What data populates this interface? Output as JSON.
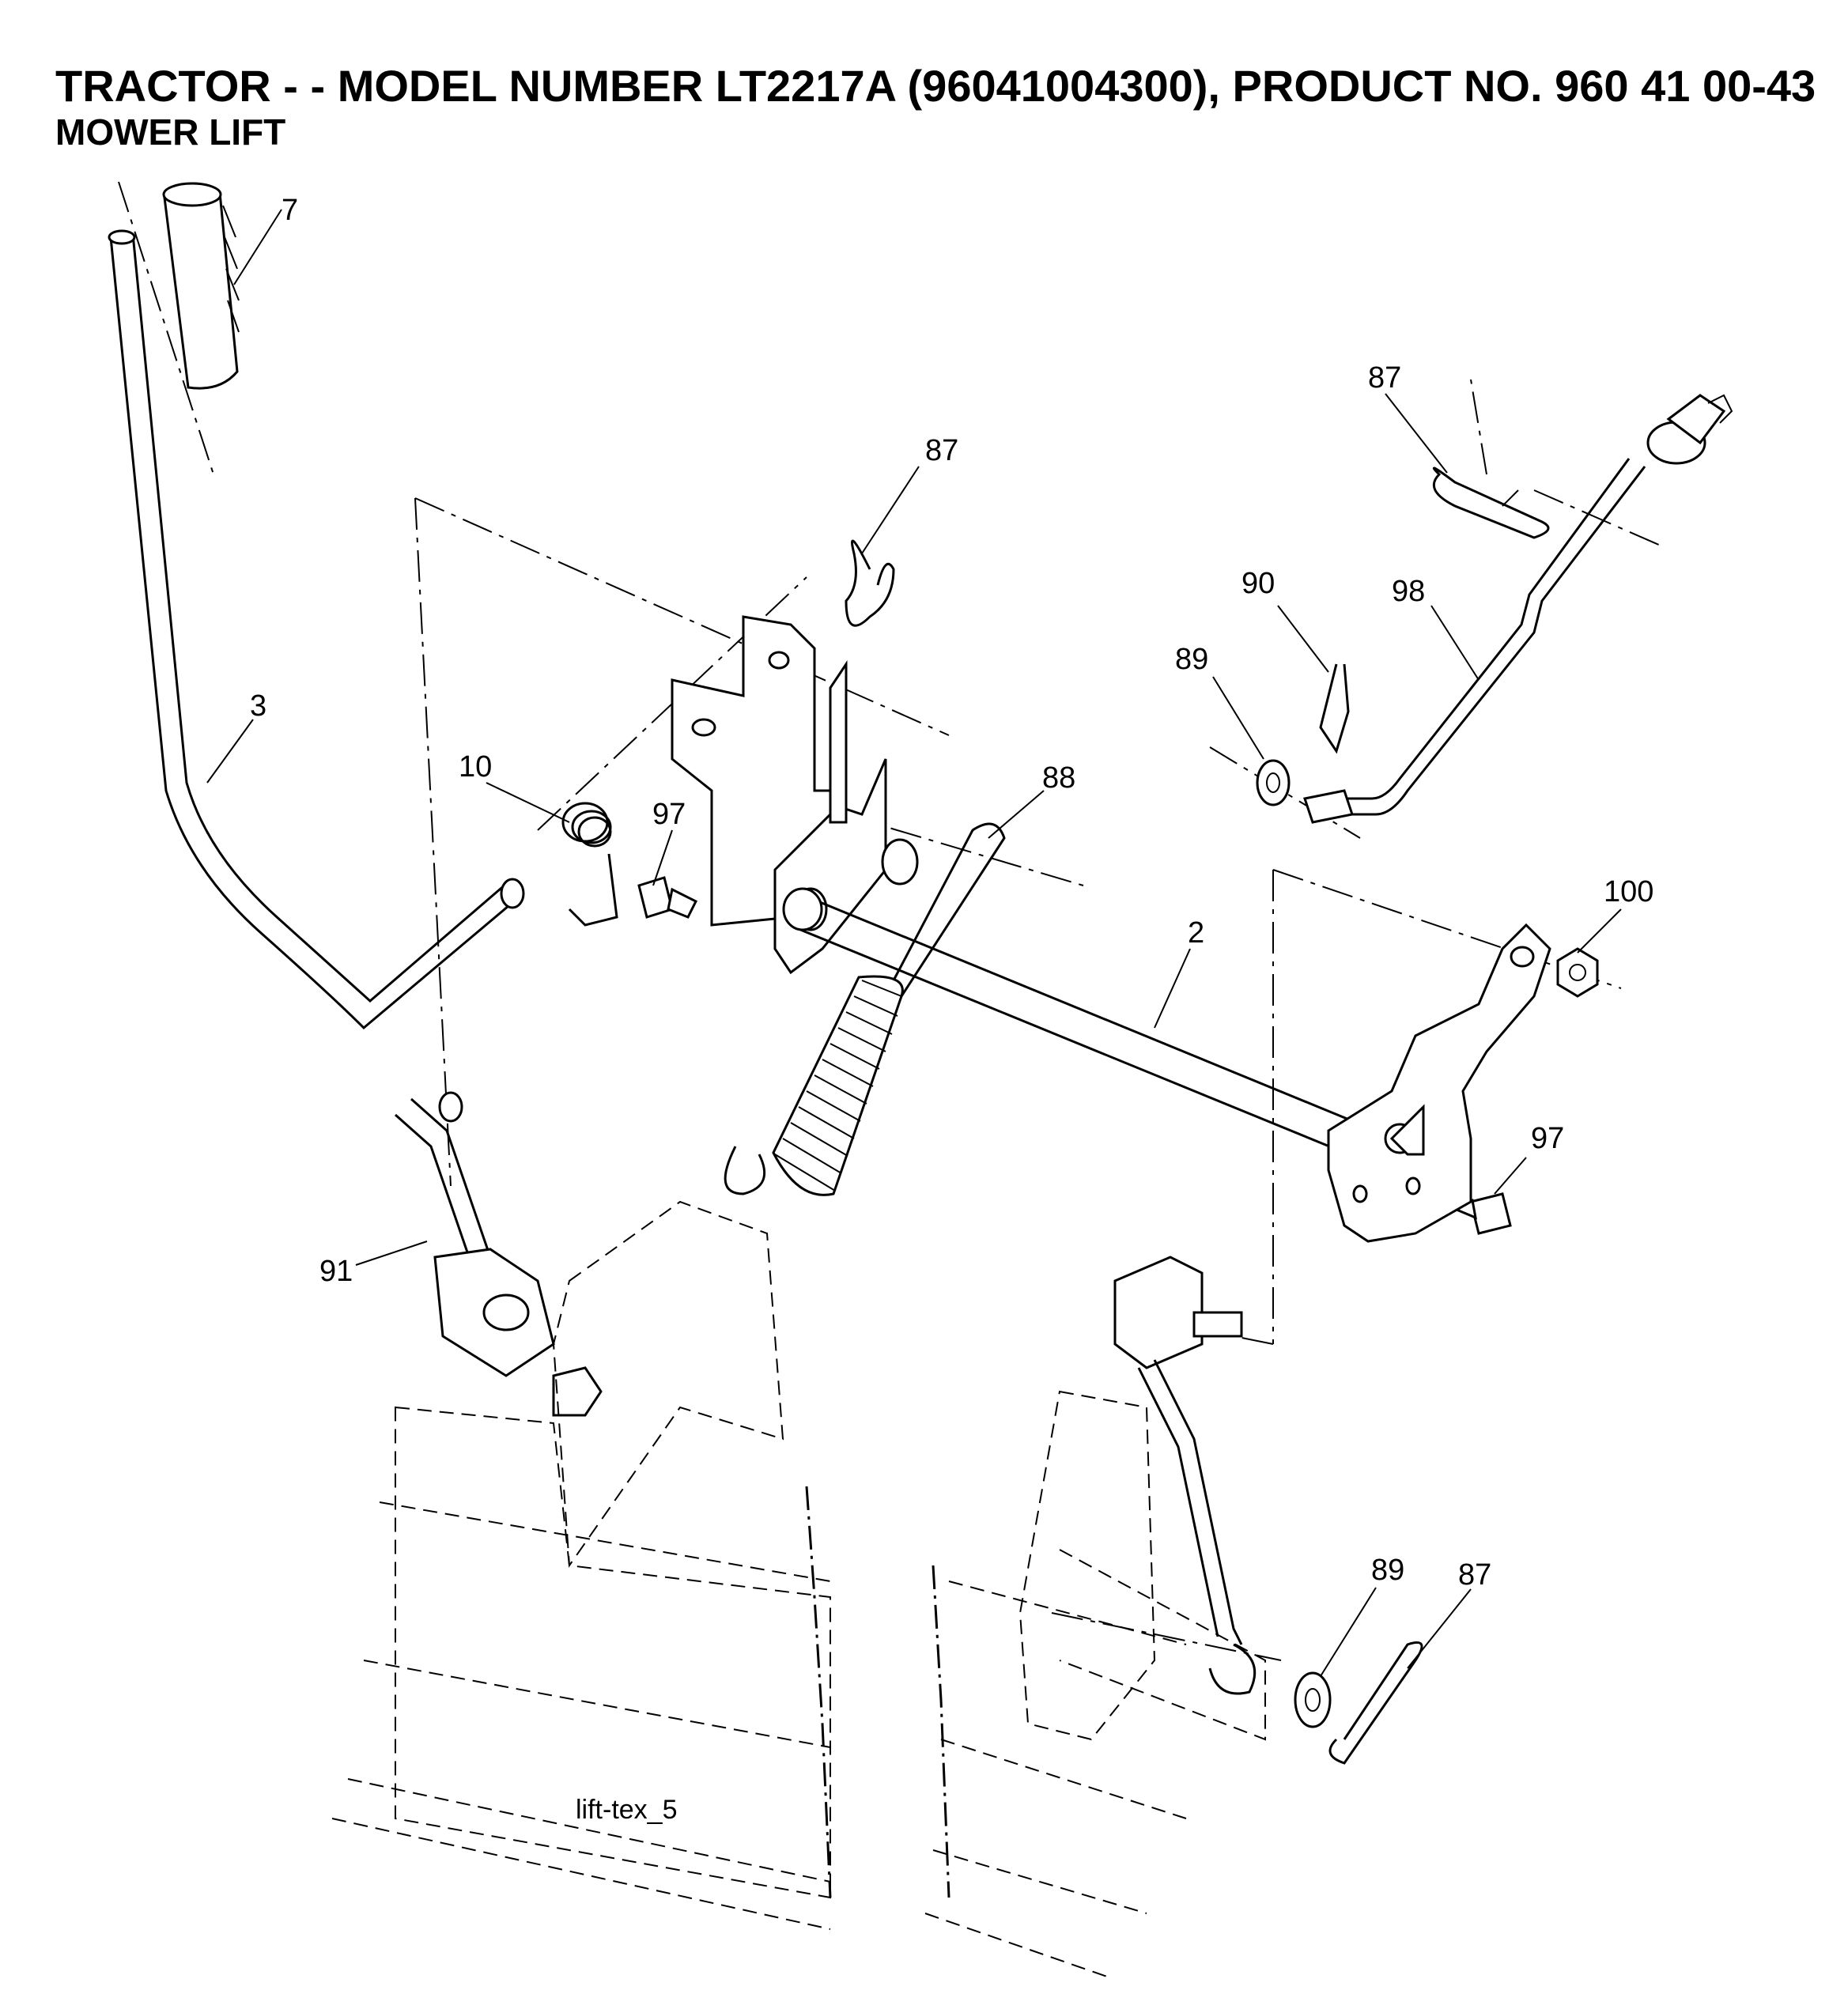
{
  "header": {
    "title": "TRACTOR - - MODEL NUMBER LT2217A (96041004300), PRODUCT NO. 960 41 00-43",
    "subtitle": "MOWER LIFT"
  },
  "callouts": {
    "c7": "7",
    "c3": "3",
    "c87a": "87",
    "c87b": "87",
    "c90": "90",
    "c98": "98",
    "c89a": "89",
    "c10": "10",
    "c97a": "97",
    "c88": "88",
    "c100": "100",
    "c2": "2",
    "c97b": "97",
    "c91": "91",
    "c89b": "89",
    "c87c": "87"
  },
  "figure_id": "lift-tex_5"
}
